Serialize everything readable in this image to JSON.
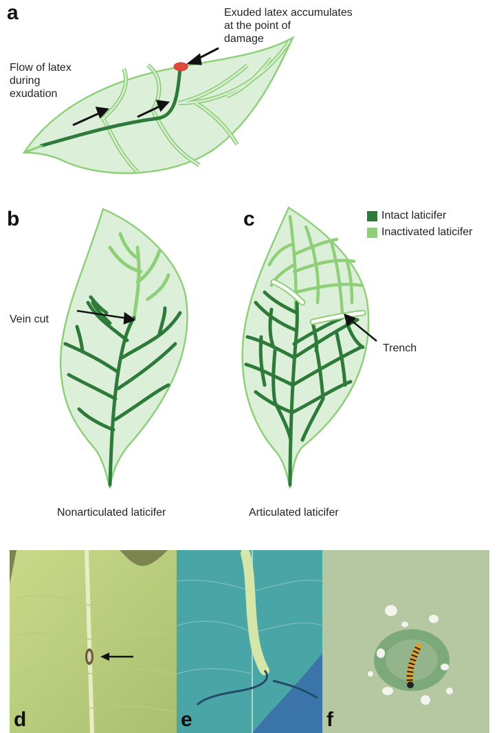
{
  "panels": {
    "a": {
      "letter": "a",
      "label_flow": [
        "Flow of latex",
        "during",
        "exudation"
      ],
      "label_exuded": [
        "Exuded latex accumulates",
        "at the point of",
        "damage"
      ]
    },
    "b": {
      "letter": "b",
      "label_vein_cut": "Vein cut",
      "caption": "Nonarticulated laticifer"
    },
    "c": {
      "letter": "c",
      "label_trench": "Trench",
      "caption": "Articulated laticifer"
    },
    "d": {
      "letter": "d"
    },
    "e": {
      "letter": "e"
    },
    "f": {
      "letter": "f"
    }
  },
  "legend": {
    "items": [
      {
        "label": "Intact laticifer",
        "color": "#2e7a3a"
      },
      {
        "label": "Inactivated laticifer",
        "color": "#8fcf7a"
      }
    ]
  },
  "colors": {
    "leaf_fill": "#dcefd8",
    "leaf_stroke": "#8fcf7a",
    "intact": "#2e7a3a",
    "inactivated": "#8fcf7a",
    "latex_drop": "#e0483a"
  }
}
